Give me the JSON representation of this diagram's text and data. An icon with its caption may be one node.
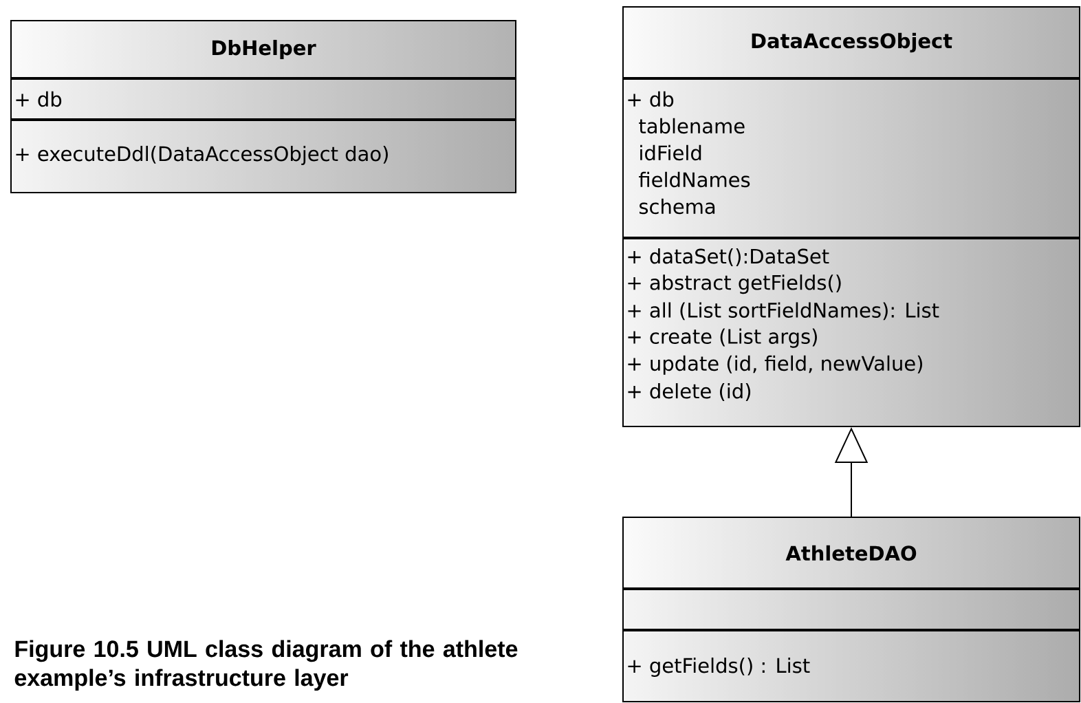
{
  "diagram": {
    "caption": "Figure 10.5 UML class diagram of the athlete example’s infrastructure layer",
    "nodes": [
      {
        "text": [
          "DbHelper"
        ]
      },
      {
        "text": [
          "+ db"
        ],
        "in": 0
      },
      {
        "text": [
          "+ executeDdl(DataAccessObject dao)"
        ],
        "in": 0
      },
      {
        "text": [
          "DataAccessObject"
        ]
      },
      {
        "text": [
          "+ db",
          "tablename",
          "idField",
          "fieldNames",
          "schema"
        ],
        "in": 3
      },
      {
        "text": [
          "+ dataSet():DataSet",
          "+ abstract getFields()",
          "+ all (List sortFieldNames): List",
          "+ create (List args)",
          "+ update (id, field, newValue)",
          "+ delete (id)"
        ],
        "in": 3
      },
      {
        "text": [
          "AthleteDAO"
        ]
      },
      {
        "text": [],
        "shape": "box",
        "in": 6
      },
      {
        "text": [
          "+ getFields() : List"
        ],
        "in": 6
      }
    ],
    "edges": [
      {
        "from": 6,
        "to": 3,
        "arrow": "to"
      }
    ]
  }
}
